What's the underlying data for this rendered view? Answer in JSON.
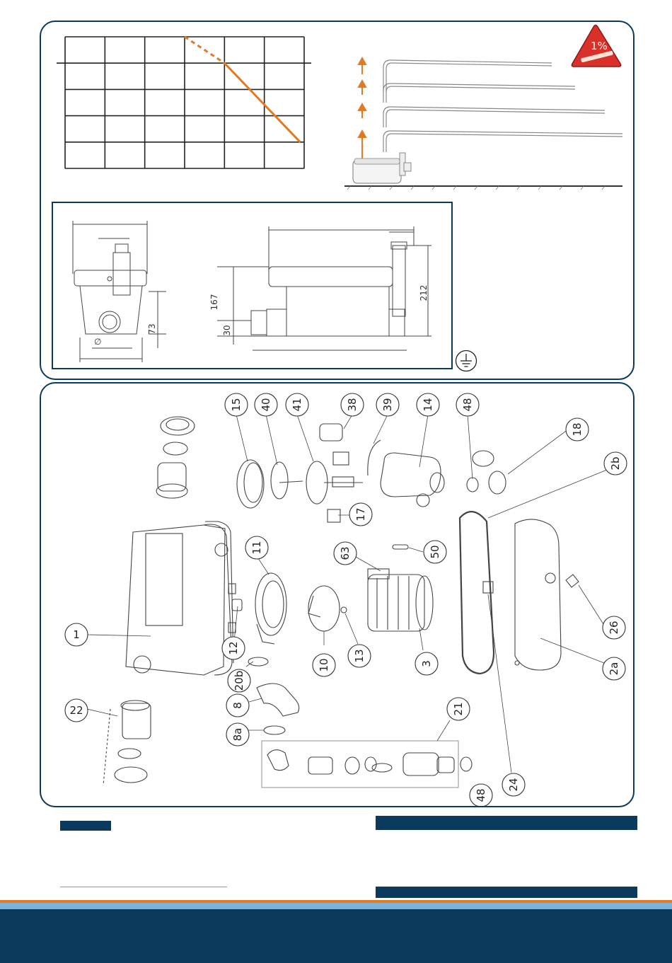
{
  "dimensions": {
    "height_total": "212",
    "height_body": "167",
    "height_inlet": "73",
    "height_base": "30",
    "diameter_symbol": "∅"
  },
  "slope_badge": "1%",
  "callouts": [
    "15",
    "40",
    "41",
    "38",
    "39",
    "14",
    "48",
    "18",
    "2b",
    "17",
    "11",
    "63",
    "50",
    "1",
    "12",
    "20b",
    "10",
    "13",
    "3",
    "26",
    "2a",
    "22",
    "8",
    "8a",
    "21",
    "24",
    "48"
  ],
  "icons": {
    "earth": "earth-ground-icon",
    "slope_warning": "slope-warning-icon"
  },
  "colors": {
    "brand_navy": "#0b3a5c",
    "accent_orange": "#e07b24",
    "stripe_blue": "#7fb2d8",
    "badge_red": "#d9302a"
  },
  "chart_data": {
    "type": "line",
    "grid": true,
    "grid_columns": 6,
    "grid_rows": 5,
    "series": [
      {
        "style": "dashed",
        "color": "#e07b24",
        "x": [
          3.0,
          4.0
        ],
        "y": [
          5.0,
          4.0
        ]
      },
      {
        "style": "solid",
        "color": "#e07b24",
        "x": [
          4.0,
          5.9
        ],
        "y": [
          4.0,
          1.0
        ]
      }
    ],
    "xlim": [
      0,
      6
    ],
    "ylim": [
      0,
      5
    ]
  }
}
